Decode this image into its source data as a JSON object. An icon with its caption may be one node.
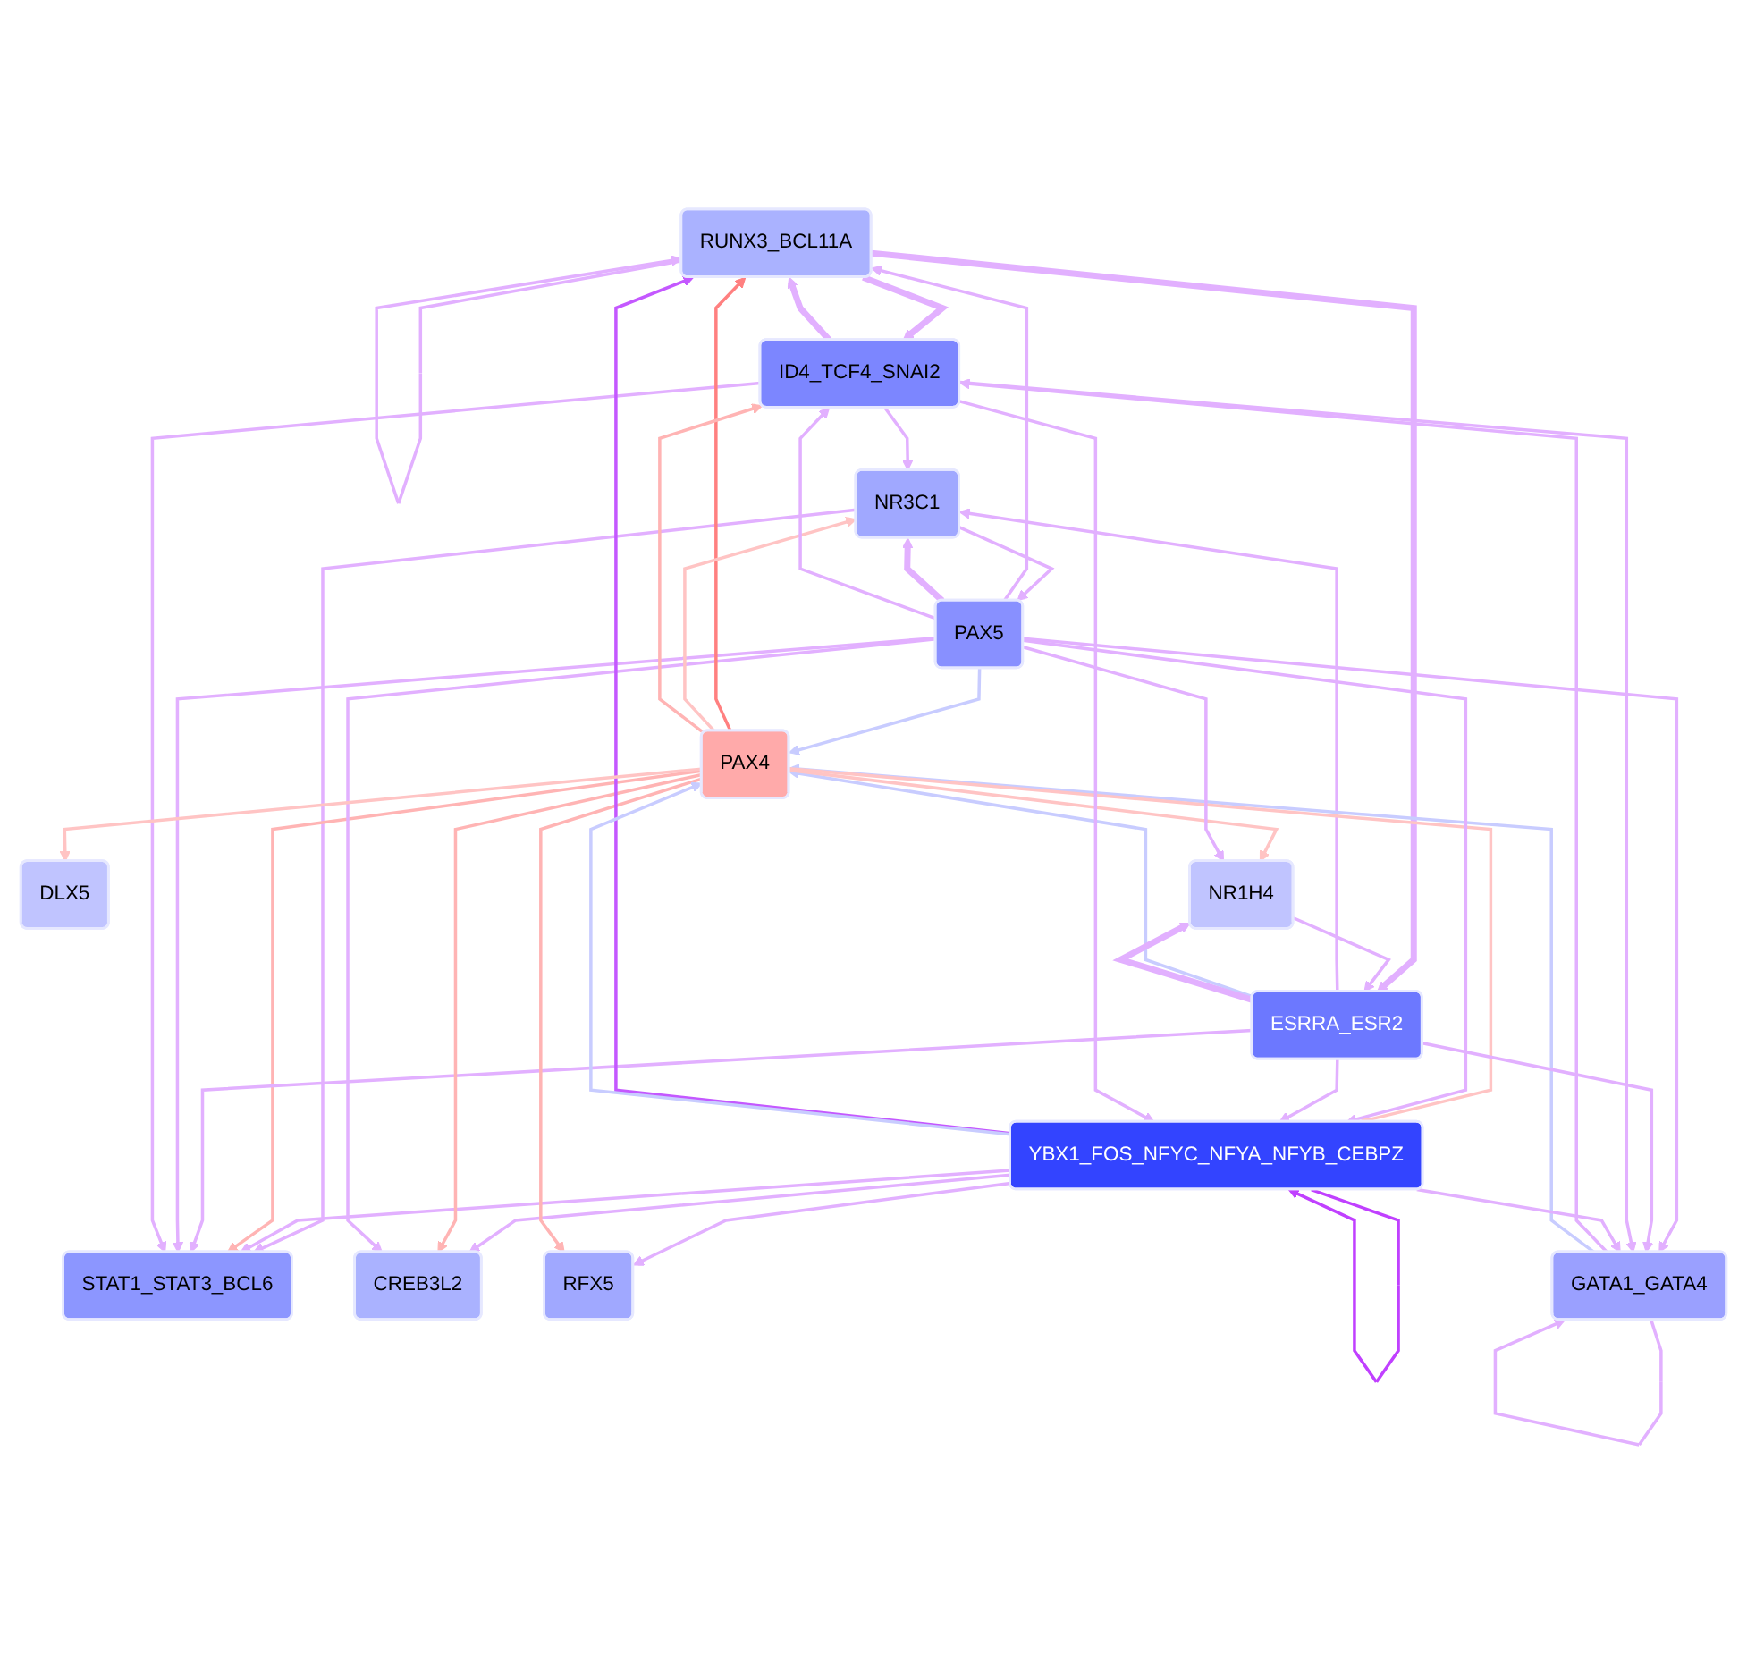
{
  "diagram": {
    "nodes": [
      {
        "text": [
          "STAT1_STAT3_BCL6"
        ]
      },
      {
        "text": [
          "CREB3L2"
        ]
      },
      {
        "text": [
          "RFX5"
        ]
      },
      {
        "text": [
          "RUNX3_BCL11A"
        ]
      },
      {
        "text": [
          "NR3C1"
        ]
      },
      {
        "text": [
          "ID4_TCF4_SNAI2"
        ]
      },
      {
        "text": [
          "PAX4"
        ]
      },
      {
        "text": [
          "DLX5"
        ]
      },
      {
        "text": [
          "PAX5"
        ]
      },
      {
        "text": [
          "NR1H4"
        ]
      },
      {
        "text": [
          "ESRRA_ESR2"
        ]
      },
      {
        "text": [
          "YBX1_FOS_NFYC_NFYA_NFYB_CEBPZ"
        ]
      },
      {
        "text": [
          "GATA1_GATA4"
        ]
      }
    ],
    "edges": [
      {
        "from": 4,
        "to": 0,
        "arrow": "to"
      },
      {
        "from": 11,
        "to": 0,
        "arrow": "to"
      },
      {
        "from": 6,
        "to": 0,
        "arrow": "to",
        "color": "#ffb4b4"
      },
      {
        "from": 10,
        "to": 0,
        "arrow": "to"
      },
      {
        "from": 8,
        "to": 0,
        "arrow": "to"
      },
      {
        "from": 5,
        "to": 0,
        "arrow": "to"
      },
      {
        "from": 11,
        "to": 1,
        "arrow": "to"
      },
      {
        "from": 6,
        "to": 1,
        "arrow": "to",
        "color": "#ffb4b4"
      },
      {
        "from": 8,
        "to": 1,
        "arrow": "to"
      },
      {
        "from": 11,
        "to": 2,
        "arrow": "to"
      },
      {
        "from": 6,
        "to": 2,
        "arrow": "to",
        "color": "#ffb4b4"
      },
      {
        "from": 6,
        "to": 3,
        "arrow": "to",
        "color": "#ff8080"
      },
      {
        "from": 11,
        "to": 3,
        "arrow": "to",
        "color": "#c458ff"
      },
      {
        "from": 8,
        "to": 3,
        "arrow": "to"
      },
      {
        "from": 5,
        "to": 3,
        "arrow": "to",
        "style": "thick"
      },
      {
        "from": 3,
        "to": 5,
        "arrow": "to",
        "style": "thick"
      },
      {
        "from": 3,
        "to": 3,
        "arrow": "to"
      },
      {
        "from": 5,
        "to": 4,
        "arrow": "to"
      },
      {
        "from": 6,
        "to": 4,
        "arrow": "to",
        "color": "#ffc4c4"
      },
      {
        "from": 8,
        "to": 4,
        "arrow": "to",
        "style": "thick"
      },
      {
        "from": 4,
        "to": 8,
        "arrow": "to"
      },
      {
        "from": 10,
        "to": 4,
        "arrow": "to"
      },
      {
        "from": 6,
        "to": 5,
        "arrow": "to",
        "color": "#ffb4b4"
      },
      {
        "from": 8,
        "to": 5,
        "arrow": "to"
      },
      {
        "from": 12,
        "to": 5,
        "arrow": "to"
      },
      {
        "from": 3,
        "to": 10,
        "arrow": "to",
        "style": "thick"
      },
      {
        "from": 8,
        "to": 6,
        "arrow": "to",
        "color": "#c8ccff"
      },
      {
        "from": 10,
        "to": 6,
        "arrow": "to",
        "color": "#c8ccff"
      },
      {
        "from": 12,
        "to": 6,
        "arrow": "to",
        "color": "#c8ccff"
      },
      {
        "from": 11,
        "to": 6,
        "arrow": "to",
        "color": "#c8ccff"
      },
      {
        "from": 6,
        "to": 7,
        "arrow": "to",
        "color": "#ffc4c4"
      },
      {
        "from": 6,
        "to": 9,
        "arrow": "to",
        "color": "#ffc4c4"
      },
      {
        "from": 6,
        "to": 11,
        "arrow": "to",
        "color": "#ffc4c4"
      },
      {
        "from": 8,
        "to": 9,
        "arrow": "to"
      },
      {
        "from": 8,
        "to": 11,
        "arrow": "to"
      },
      {
        "from": 8,
        "to": 12,
        "arrow": "to"
      },
      {
        "from": 10,
        "to": 9,
        "arrow": "to",
        "style": "thick"
      },
      {
        "from": 9,
        "to": 10,
        "arrow": "to"
      },
      {
        "from": 10,
        "to": 11,
        "arrow": "to"
      },
      {
        "from": 10,
        "to": 12,
        "arrow": "to"
      },
      {
        "from": 5,
        "to": 11,
        "arrow": "to"
      },
      {
        "from": 5,
        "to": 12,
        "arrow": "to"
      },
      {
        "from": 11,
        "to": 12,
        "arrow": "to"
      },
      {
        "from": 11,
        "to": 11,
        "arrow": "to",
        "color": "#c040ff"
      },
      {
        "from": 12,
        "to": 12,
        "arrow": "to"
      }
    ]
  }
}
